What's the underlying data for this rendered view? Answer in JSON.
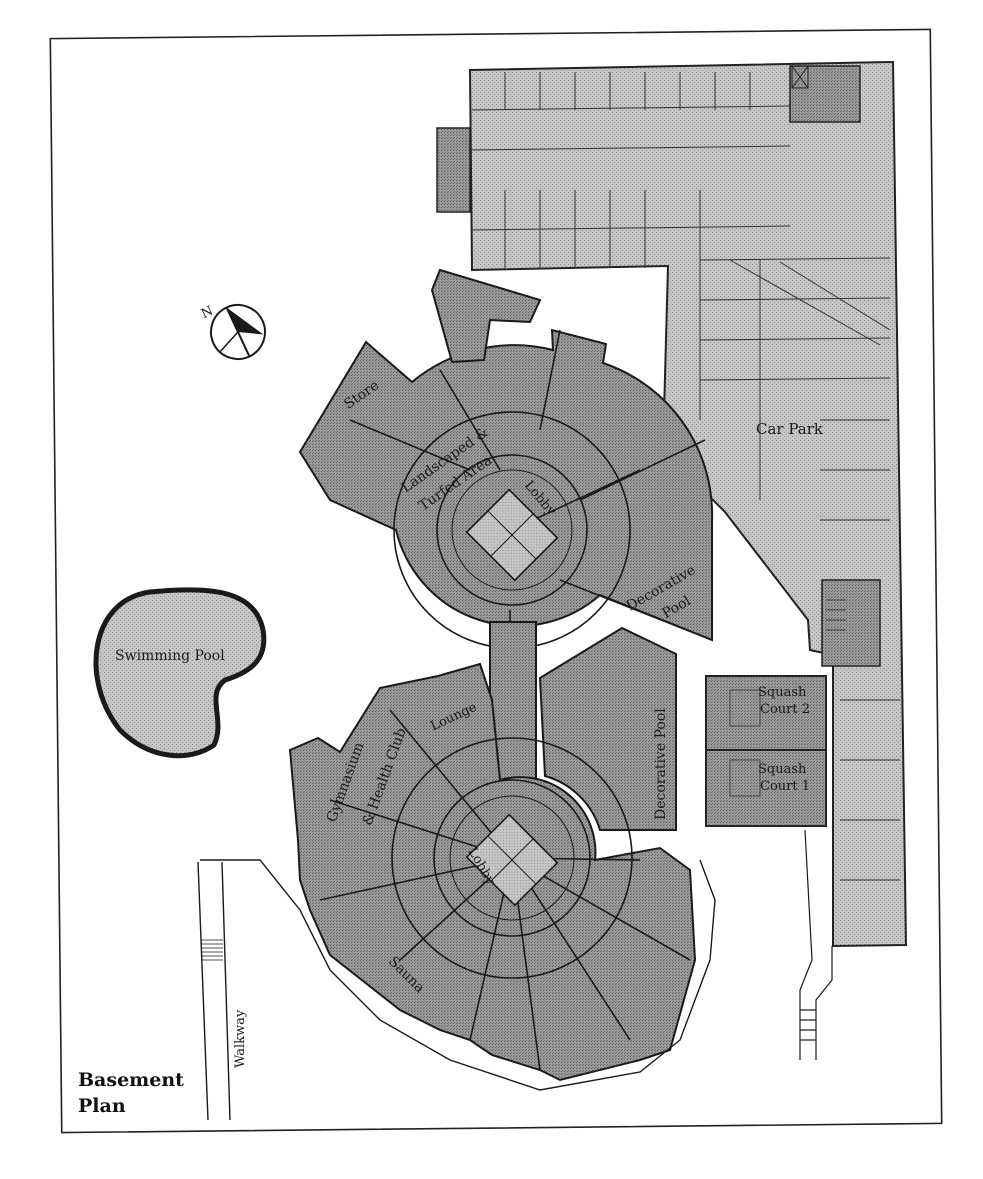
{
  "title": {
    "line1": "Basement",
    "line2": "Plan"
  },
  "labels": {
    "car_park": "Car Park",
    "swimming_pool": "Swimming Pool",
    "store": "Store",
    "landscaped": "Landscaped &",
    "turfed_area": "Turfed Area",
    "lobby_upper": "Lobby",
    "decorative_pool_upper": "Decorative",
    "decorative_pool_upper2": "Pool",
    "decorative_pool_lower": "Decorative Pool",
    "lounge": "Lounge",
    "gymnasium": "Gymnasium",
    "health_club": "& Health Club",
    "lobby_lower": "Lobby",
    "sauna": "Sauna",
    "squash_court_2_a": "Squash",
    "squash_court_2_b": "Court 2",
    "squash_court_1_a": "Squash",
    "squash_court_1_b": "Court 1",
    "walkway": "Walkway",
    "north": "N"
  },
  "colors": {
    "fill_dark": "#8f8f8f",
    "fill_light": "#c4c4c4",
    "line": "#1e1e1e",
    "background": "#ffffff"
  }
}
